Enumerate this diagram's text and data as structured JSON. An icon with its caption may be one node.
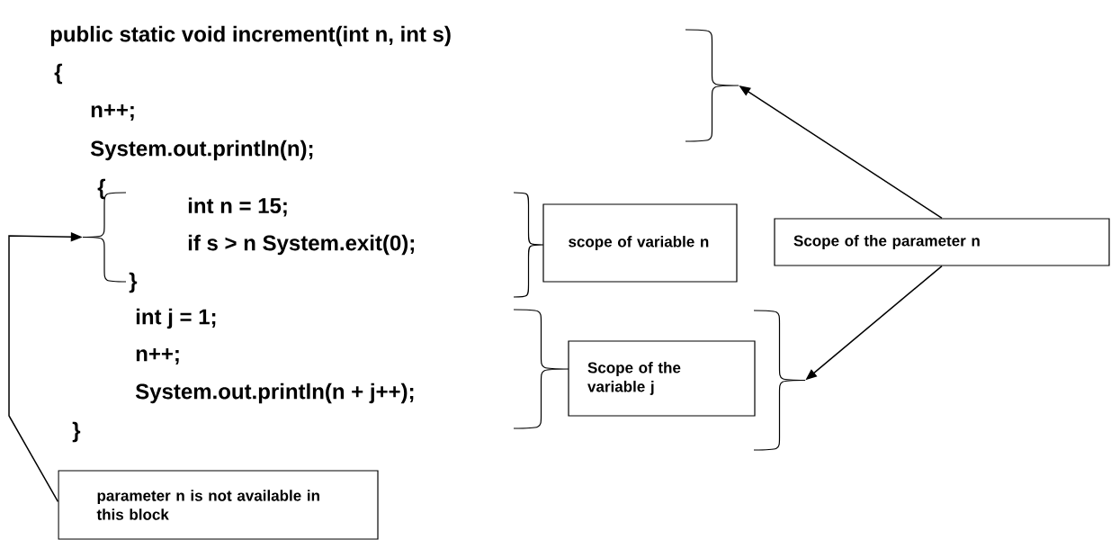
{
  "diagram": {
    "nodes": [
      {
        "text": [
          "scope of variable n"
        ]
      },
      {
        "text": [
          "Scope of the variable j"
        ]
      },
      {
        "text": [
          "Scope of the parameter n"
        ]
      },
      {
        "text": [
          "parameter n is not available in this block"
        ]
      },
      {
        "text": [],
        "shape": "brace"
      },
      {
        "text": [],
        "shape": "brace"
      },
      {
        "text": [],
        "shape": "brace"
      }
    ],
    "edges": [
      {
        "from": 2,
        "to": 4,
        "arrow": "to"
      },
      {
        "from": 2,
        "to": 5,
        "arrow": "to"
      },
      {
        "from": 3,
        "to": 6,
        "arrow": "to"
      }
    ],
    "labels": [
      "public static void increment(int n, int s)",
      "{",
      "n++;",
      "System.out.println(n);",
      "{",
      "int n = 15;",
      "if s > n System.exit(0);",
      "}",
      "int j = 1;",
      "n++;",
      "System.out.println(n + j++);",
      "}"
    ]
  }
}
